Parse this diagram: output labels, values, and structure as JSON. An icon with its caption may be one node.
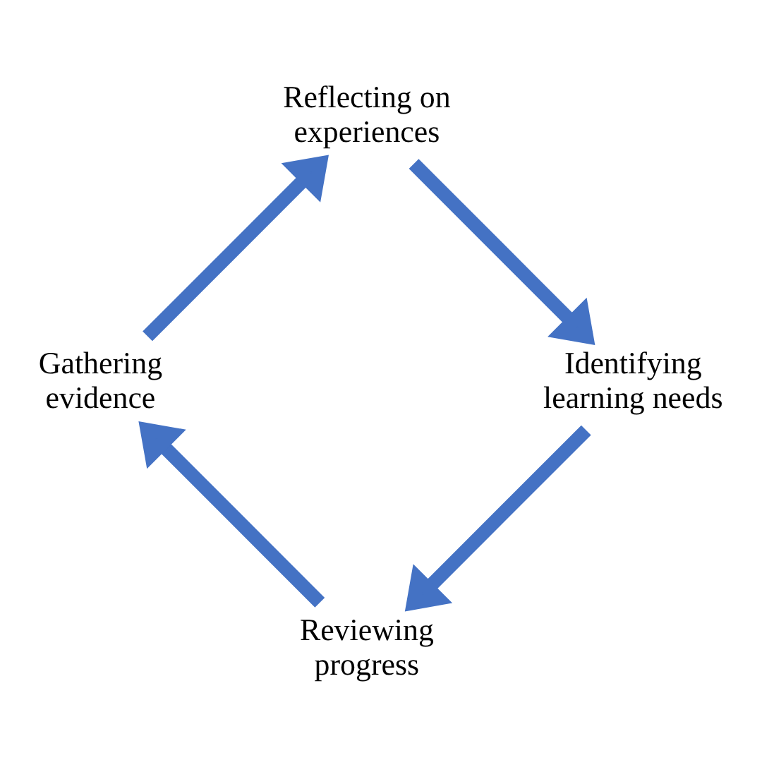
{
  "diagram": {
    "nodes": [
      {
        "text": [
          "Reviewing progress"
        ]
      },
      {
        "text": [
          "Gathering evidence"
        ]
      },
      {
        "text": [
          "Reflecting on experiences"
        ]
      },
      {
        "text": [
          "Identifying learning needs"
        ]
      }
    ],
    "edges": [
      {
        "from": 0,
        "to": 1,
        "arrow": "to"
      },
      {
        "from": 1,
        "to": 2,
        "arrow": "to"
      },
      {
        "from": 2,
        "to": 3,
        "arrow": "to"
      },
      {
        "from": 3,
        "to": 0,
        "arrow": "to"
      }
    ]
  }
}
